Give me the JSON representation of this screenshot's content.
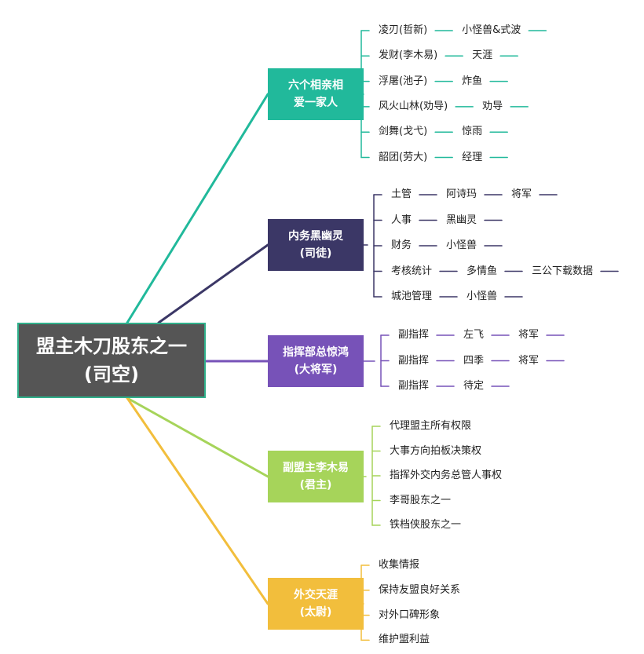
{
  "root": {
    "line1": "盟主木刀股东之一",
    "line2": "(司空)"
  },
  "branches": [
    {
      "line1": "六个相亲相",
      "line2": "爱一家人",
      "color": "#21b99b",
      "items": [
        [
          "凌刃(哲新)",
          "小怪兽&式波"
        ],
        [
          "发财(李木易)",
          "天涯"
        ],
        [
          "浮屠(池子)",
          "炸鱼"
        ],
        [
          "风火山林(劝导)",
          "劝导"
        ],
        [
          "剑舞(戈弋)",
          "惊雨"
        ],
        [
          "韶团(劳大)",
          "经理"
        ]
      ]
    },
    {
      "line1": "内务黑幽灵",
      "line2": "(司徒)",
      "color": "#3b3766",
      "items": [
        [
          "土管",
          "阿诗玛",
          "将军"
        ],
        [
          "人事",
          "黑幽灵"
        ],
        [
          "财务",
          "小怪兽"
        ],
        [
          "考核统计",
          "多情鱼",
          "三公下载数据"
        ],
        [
          "城池管理",
          "小怪兽"
        ]
      ]
    },
    {
      "line1": "指挥部总惊鸿",
      "line2": "(大将军)",
      "color": "#7752b8",
      "items": [
        [
          "副指挥",
          "左飞",
          "将军"
        ],
        [
          "副指挥",
          "四季",
          "将军"
        ],
        [
          "副指挥",
          "待定"
        ]
      ]
    },
    {
      "line1": "副盟主李木易",
      "line2": "(君主)",
      "color": "#a6d45a",
      "items": [
        [
          "代理盟主所有权限"
        ],
        [
          "大事方向拍板决策权"
        ],
        [
          "指挥外交内务总管人事权"
        ],
        [
          "李哥股东之一"
        ],
        [
          "铁档侠股东之一"
        ]
      ]
    },
    {
      "line1": "外交天涯",
      "line2": "(太尉)",
      "color": "#f2be3c",
      "items": [
        [
          "收集情报"
        ],
        [
          "保持友盟良好关系"
        ],
        [
          "对外口碑形象"
        ],
        [
          "维护盟利益"
        ]
      ]
    }
  ]
}
